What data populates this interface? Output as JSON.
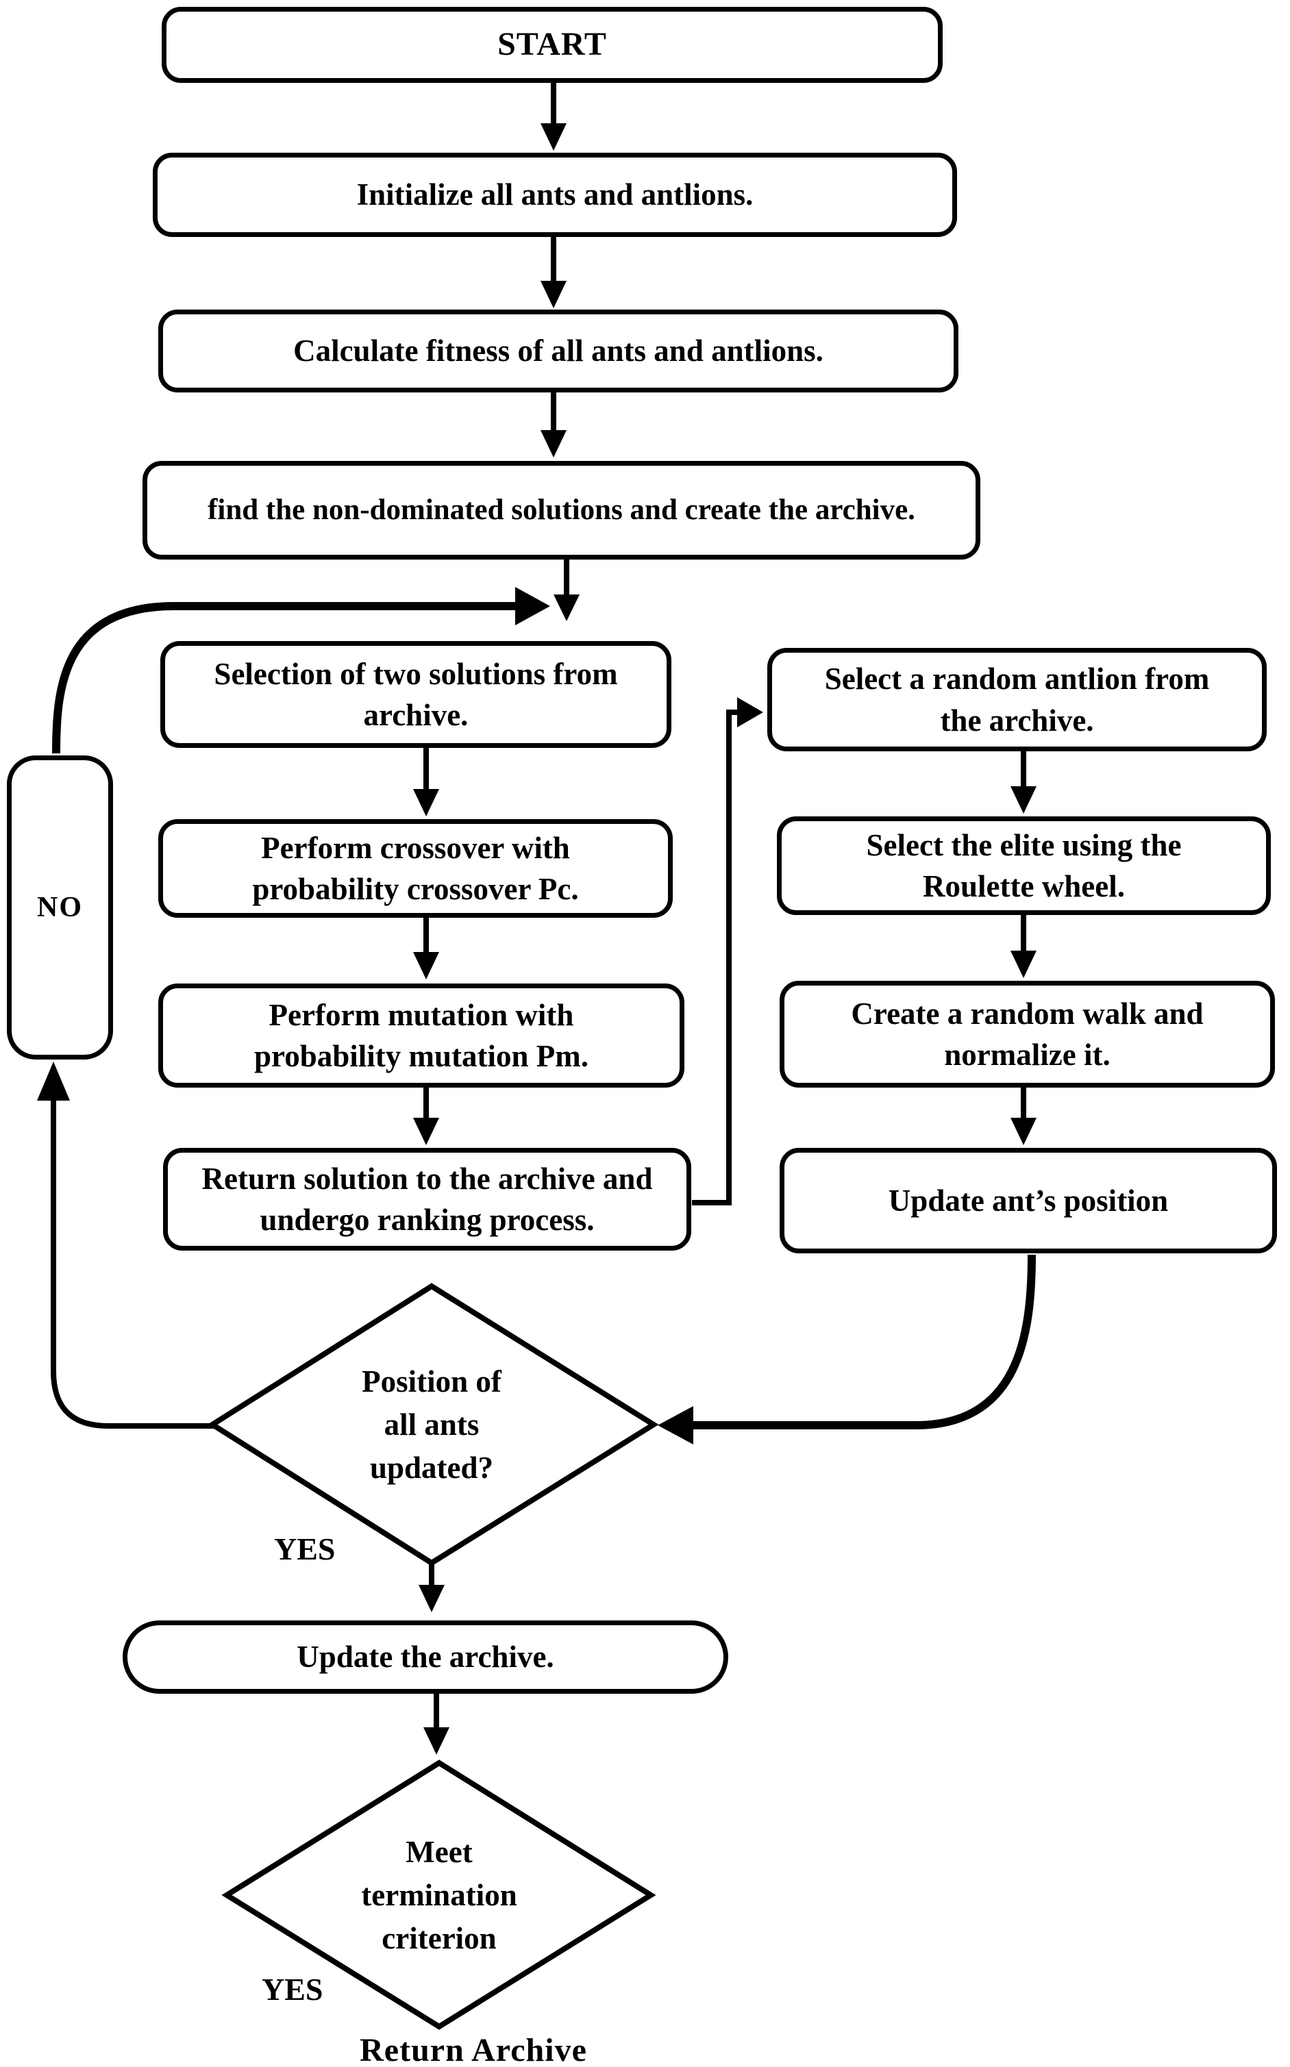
{
  "title": "Multi-objective Ant Lion Optimizer flowchart",
  "nodes": {
    "start": "START",
    "initialize": "Initialize all ants and antlions.",
    "calculate_fitness": "Calculate fitness of all ants and antlions.",
    "find_nondominated": "find the non-dominated solutions and create the archive.",
    "selection": "Selection of two solutions from\narchive.",
    "select_antlion": "Select a random antlion from\nthe archive.",
    "crossover": "Perform crossover with\nprobability crossover Pc.",
    "select_elite": "Select the elite using the\nRoulette wheel.",
    "mutation": "Perform mutation with\nprobability mutation Pm.",
    "random_walk": "Create a random walk and\nnormalize it.",
    "return_solution": "Return solution to the archive and\nundergo ranking process.",
    "update_ant_position": "Update ant’s position",
    "decision_ants_updated": "Position of\nall ants\nupdated?",
    "update_archive": "Update the archive.",
    "decision_termination": "Meet\ntermination\ncriterion",
    "return_archive": "Return Archive"
  },
  "labels": {
    "no": "NO",
    "yes_ants_updated": "YES",
    "yes_termination": "YES"
  },
  "colors": {
    "stroke": "#000000",
    "background": "#ffffff"
  }
}
